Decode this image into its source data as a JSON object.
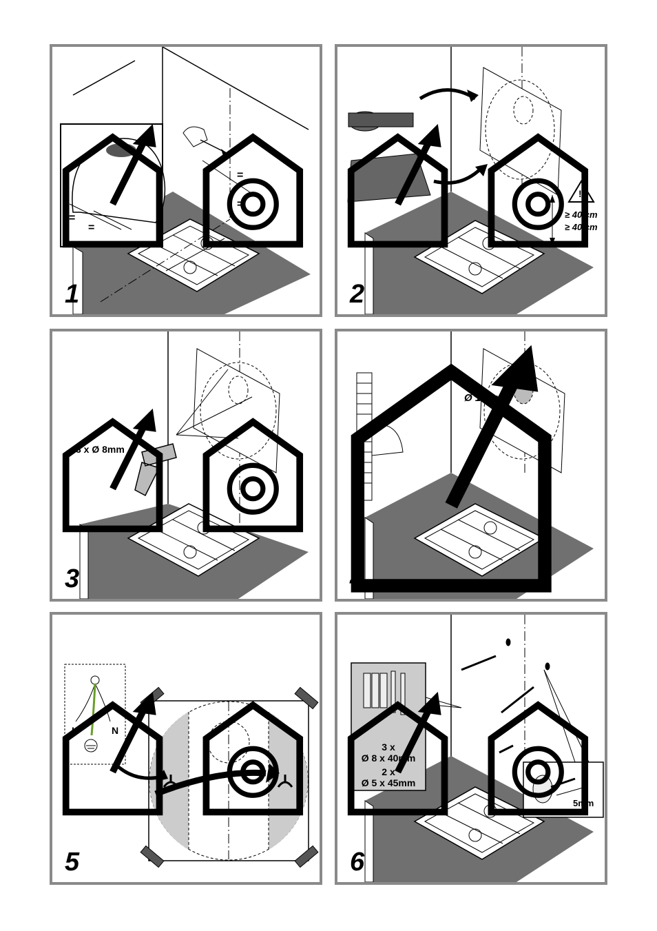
{
  "steps": [
    "1",
    "2",
    "3",
    "4",
    "5",
    "6"
  ],
  "icons": {
    "exhaust": "house-exhaust-icon",
    "recirculation": "house-recirculation-icon",
    "warning": "warning-triangle-icon"
  },
  "panel1": {
    "equal_marks": [
      "=",
      "=",
      "=",
      "="
    ]
  },
  "panel2": {
    "gas_distance": "≥ 40 cm",
    "electric_distance": "≥ 40 cm",
    "warning_glyph": "!"
  },
  "panel3": {
    "drill_label": "3 x Ø 8mm"
  },
  "panel4": {
    "duct_label": "Ø 16cm"
  },
  "panel5": {
    "live": "L",
    "neutral": "N"
  },
  "panel6": {
    "plugs_a_count": "3 x",
    "plugs_a_size": "Ø 8 x 40mm",
    "plugs_b_count": "2 x",
    "plugs_b_size": "Ø 5 x 45mm",
    "screw_depth": "5mm"
  }
}
